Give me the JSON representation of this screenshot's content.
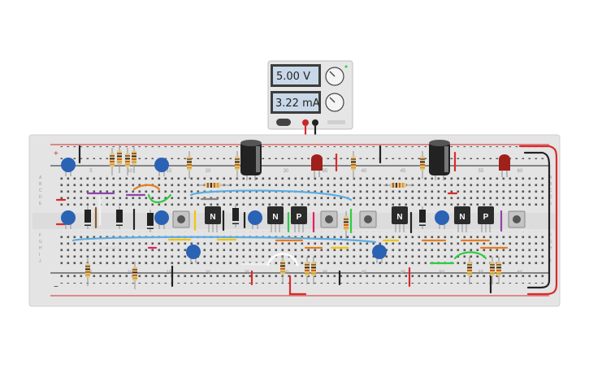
{
  "power_supply": {
    "voltage_display": "5.00 V",
    "current_display": "3.22 mA",
    "lcd_color": "#c8d8e8",
    "body_color": "#e6e6e6"
  },
  "breadboard": {
    "column_labels": [
      "5",
      "10",
      "15",
      "20",
      "25",
      "30",
      "35",
      "40",
      "45",
      "50",
      "55",
      "60"
    ],
    "row_labels_top": [
      "A",
      "B",
      "C",
      "D",
      "E"
    ],
    "row_labels_bottom": [
      "F",
      "G",
      "H",
      "I",
      "J"
    ],
    "rail_plus_symbol": "+",
    "rail_minus_symbol": "−",
    "board_color": "#e4e4e4",
    "rail_red": "#d92b2b",
    "rail_black": "#222222"
  },
  "components": {
    "transistors": [
      {
        "label": "N"
      },
      {
        "label": "N"
      },
      {
        "label": "P"
      },
      {
        "label": "N"
      },
      {
        "label": "N"
      },
      {
        "label": "P"
      }
    ],
    "capacitor_color": "#2a62b4",
    "electrolytic_color": "#222222",
    "led_color": "#a0201c",
    "icons": [
      "resistor-icon",
      "ceramic-capacitor-icon",
      "electrolytic-capacitor-icon",
      "led-icon",
      "diode-icon",
      "pushbutton-icon",
      "npn-transistor-icon",
      "pnp-transistor-icon",
      "voltage-knob-icon",
      "current-knob-icon",
      "power-switch-icon"
    ]
  }
}
